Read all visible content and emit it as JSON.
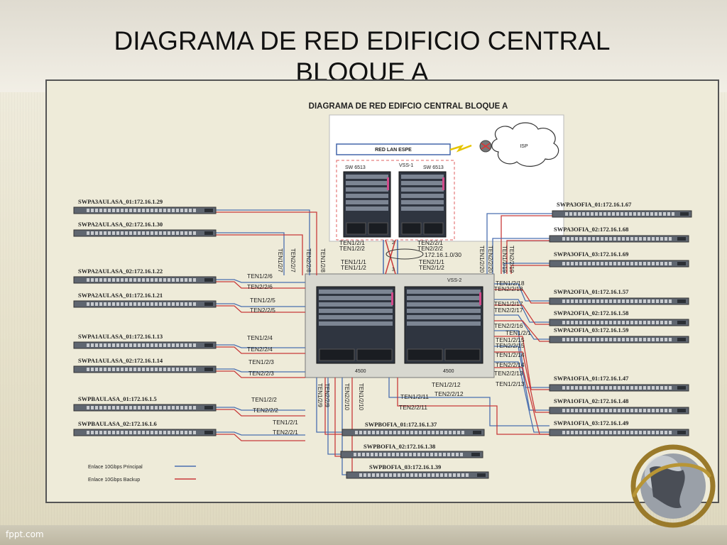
{
  "slide": {
    "title_line1": "DIAGRAMA DE RED  EDIFICIO CENTRAL",
    "title_line2": "BLOQUE A",
    "footer": "fppt.com"
  },
  "diagram": {
    "inner_title": "DIAGRAMA DE RED EDIFCIO CENTRAL BLOQUE A",
    "red_lan": "RED LAN ESPE",
    "isp": "ISP",
    "vss1": "VSS-1",
    "sw_left": "SW 6513",
    "sw_right": "SW 6513",
    "vss2": "VSS-2",
    "model_left": "4500",
    "model_right": "4500",
    "core_link": "172.16.1.0/30",
    "core_ports": {
      "a1": "TEN1/2/1",
      "a2": "TEN1/2/2",
      "b1": "TEN2/2/1",
      "b2": "TEN2/2/2",
      "c1": "TEN1/1/1",
      "c2": "TEN1/1/2",
      "d1": "TEN2/1/1",
      "d2": "TEN2/1/2",
      "n2": "2",
      "n3": "3"
    },
    "left_switches": [
      {
        "label": "SWPA3AULASA_01:172.16.1.29"
      },
      {
        "label": "SWPA2AULASA_02:172.16.1.30"
      },
      {
        "label": "SWPA2AULASA_02:172.16.1.22"
      },
      {
        "label": "SWPA2AULASA_01:172.16.1.21"
      },
      {
        "label": "SWPA1AULASA_01:172.16.1.13"
      },
      {
        "label": "SWPA1AULASA_02:172.16.1.14"
      },
      {
        "label": "SWPBAULASA_01:172.16.1.5"
      },
      {
        "label": "SWPBAULASA_02:172.16.1.6"
      }
    ],
    "right_switches": [
      {
        "label": "SWPA3OFIA_01:172.16.1.67"
      },
      {
        "label": "SWPA3OFIA_02:172.16.1.68"
      },
      {
        "label": "SWPA3OFIA_03:172.16.1.69"
      },
      {
        "label": "SWPA2OFIA_01:172.16.1.57"
      },
      {
        "label": "SWPA2OFIA_02:172.16.1.58"
      },
      {
        "label": "SWPA2OFIA_03:172.16.1.59"
      },
      {
        "label": "SWPA1OFIA_01:172.16.1.47"
      },
      {
        "label": "SWPA1OFIA_02:172.16.1.48"
      },
      {
        "label": "SWPA1OFIA_03:172.16.1.49"
      }
    ],
    "bottom_switches": [
      {
        "label": "SWPBOFIA_01:172.16.1.37"
      },
      {
        "label": "SWPBOFIA_02:172.16.1.38"
      },
      {
        "label": "SWPBOFIA_03:172.16.1.39"
      }
    ],
    "left_ports": [
      "TEN1/2/6",
      "TEN2/2/6",
      "TEN1/2/5",
      "TEN2/2/5",
      "TEN1/2/4",
      "TEN2/2/4",
      "TEN1/2/3",
      "TEN2/2/3",
      "TEN1/2/2",
      "TEN2/2/2",
      "TEN1/2/1",
      "TEN2/2/1"
    ],
    "left_vports": [
      "TEN1/2/7",
      "TEN2/2/7",
      "TEN2/2/8",
      "TEN1/2/8"
    ],
    "right_vports": [
      "TEN1/2/20",
      "TEN2/2/20",
      "TEN1/2/19",
      "TEN2/2/19"
    ],
    "right_ports": [
      "TEN1/2/18",
      "TEN2/2/18",
      "TEN1/2/17",
      "TEN2/2/17",
      "TEN2/2/16",
      "TEN1/2/1",
      "TEN1/2/15",
      "TEN2/2/15",
      "TEN1/2/14",
      "TEN2/2/14",
      "TEN2/2/13",
      "TEN1/2/13"
    ],
    "bottom_vports": [
      "TEN1/2/9",
      "TEN2/2/9",
      "TEN2/2/10",
      "TEN1/2/10"
    ],
    "bottom_ports": [
      "TEN1/2/12",
      "TEN2/2/12",
      "TEN1/2/11",
      "TEN2/2/11"
    ],
    "legend": {
      "principal": "Enlace 10Gbps Principal",
      "backup": "Enlace 10Gbps Backup"
    },
    "colors": {
      "principal": "#4a6fb0",
      "backup": "#c83a3a"
    }
  }
}
